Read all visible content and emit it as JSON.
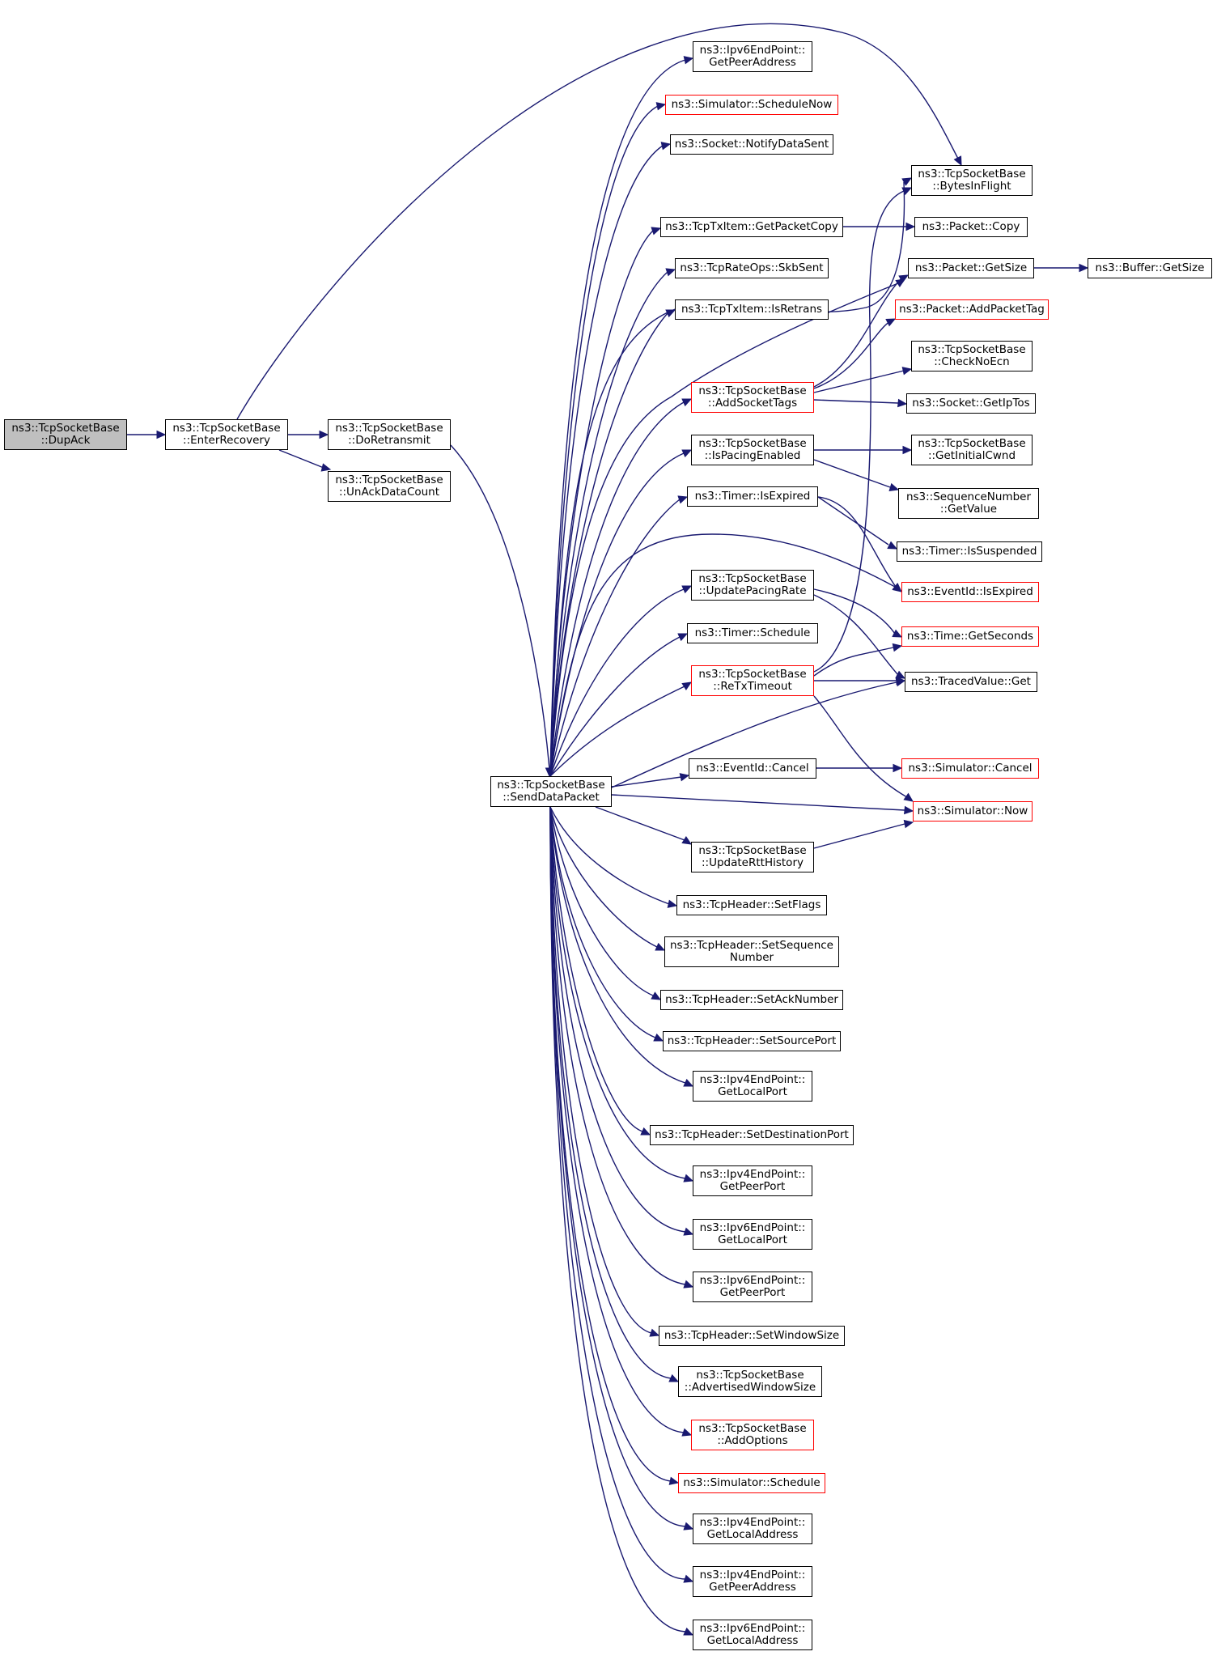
{
  "colors": {
    "edge": "#191970",
    "box_border": "#000000",
    "box_border_link_missing": "#ff0000",
    "root_fill": "#bfbfbf"
  },
  "nodes": {
    "dupack": {
      "l1": "ns3::TcpSocketBase",
      "l2": "::DupAck"
    },
    "enterrecovery": {
      "l1": "ns3::TcpSocketBase",
      "l2": "::EnterRecovery"
    },
    "doretransmit": {
      "l1": "ns3::TcpSocketBase",
      "l2": "::DoRetransmit"
    },
    "unackdata": {
      "l1": "ns3::TcpSocketBase",
      "l2": "::UnAckDataCount"
    },
    "senddata": {
      "l1": "ns3::TcpSocketBase",
      "l2": "::SendDataPacket"
    },
    "ipv6peeraddr": {
      "l1": "ns3::Ipv6EndPoint::",
      "l2": "GetPeerAddress"
    },
    "schednow": {
      "l1": "ns3::Simulator::ScheduleNow"
    },
    "notifysent": {
      "l1": "ns3::Socket::NotifyDataSent"
    },
    "getpktcopy": {
      "l1": "ns3::TcpTxItem::GetPacketCopy"
    },
    "skbsent": {
      "l1": "ns3::TcpRateOps::SkbSent"
    },
    "isretrans": {
      "l1": "ns3::TcpTxItem::IsRetrans"
    },
    "addsockettags": {
      "l1": "ns3::TcpSocketBase",
      "l2": "::AddSocketTags"
    },
    "ispacing": {
      "l1": "ns3::TcpSocketBase",
      "l2": "::IsPacingEnabled"
    },
    "timerexpired": {
      "l1": "ns3::Timer::IsExpired"
    },
    "updpacing": {
      "l1": "ns3::TcpSocketBase",
      "l2": "::UpdatePacingRate"
    },
    "timersched": {
      "l1": "ns3::Timer::Schedule"
    },
    "retxtimeout": {
      "l1": "ns3::TcpSocketBase",
      "l2": "::ReTxTimeout"
    },
    "evcancel": {
      "l1": "ns3::EventId::Cancel"
    },
    "updrtt": {
      "l1": "ns3::TcpSocketBase",
      "l2": "::UpdateRttHistory"
    },
    "setflags": {
      "l1": "ns3::TcpHeader::SetFlags"
    },
    "setseq": {
      "l1": "ns3::TcpHeader::SetSequence",
      "l2": "Number"
    },
    "setack": {
      "l1": "ns3::TcpHeader::SetAckNumber"
    },
    "setsrc": {
      "l1": "ns3::TcpHeader::SetSourcePort"
    },
    "ipv4localport": {
      "l1": "ns3::Ipv4EndPoint::",
      "l2": "GetLocalPort"
    },
    "setdst": {
      "l1": "ns3::TcpHeader::SetDestinationPort"
    },
    "ipv4peerport": {
      "l1": "ns3::Ipv4EndPoint::",
      "l2": "GetPeerPort"
    },
    "ipv6localport": {
      "l1": "ns3::Ipv6EndPoint::",
      "l2": "GetLocalPort"
    },
    "ipv6peerport": {
      "l1": "ns3::Ipv6EndPoint::",
      "l2": "GetPeerPort"
    },
    "setwin": {
      "l1": "ns3::TcpHeader::SetWindowSize"
    },
    "advwin": {
      "l1": "ns3::TcpSocketBase",
      "l2": "::AdvertisedWindowSize"
    },
    "addoptions": {
      "l1": "ns3::TcpSocketBase",
      "l2": "::AddOptions"
    },
    "simsched": {
      "l1": "ns3::Simulator::Schedule"
    },
    "ipv4localaddr": {
      "l1": "ns3::Ipv4EndPoint::",
      "l2": "GetLocalAddress"
    },
    "ipv4peeraddr": {
      "l1": "ns3::Ipv4EndPoint::",
      "l2": "GetPeerAddress"
    },
    "ipv6localaddr": {
      "l1": "ns3::Ipv6EndPoint::",
      "l2": "GetLocalAddress"
    },
    "bytesinflight": {
      "l1": "ns3::TcpSocketBase",
      "l2": "::BytesInFlight"
    },
    "pktcopy": {
      "l1": "ns3::Packet::Copy"
    },
    "pktgetsize": {
      "l1": "ns3::Packet::GetSize"
    },
    "bufgetsize": {
      "l1": "ns3::Buffer::GetSize"
    },
    "addpkttag": {
      "l1": "ns3::Packet::AddPacketTag"
    },
    "checknoecn": {
      "l1": "ns3::TcpSocketBase",
      "l2": "::CheckNoEcn"
    },
    "getiptos": {
      "l1": "ns3::Socket::GetIpTos"
    },
    "initcwnd": {
      "l1": "ns3::TcpSocketBase",
      "l2": "::GetInitialCwnd"
    },
    "seqgetvalue": {
      "l1": "ns3::SequenceNumber",
      "l2": "::GetValue"
    },
    "issuspended": {
      "l1": "ns3::Timer::IsSuspended"
    },
    "evexpired": {
      "l1": "ns3::EventId::IsExpired"
    },
    "getseconds": {
      "l1": "ns3::Time::GetSeconds"
    },
    "tracedget": {
      "l1": "ns3::TracedValue::Get"
    },
    "simcancel": {
      "l1": "ns3::Simulator::Cancel"
    },
    "simnow": {
      "l1": "ns3::Simulator::Now"
    }
  }
}
